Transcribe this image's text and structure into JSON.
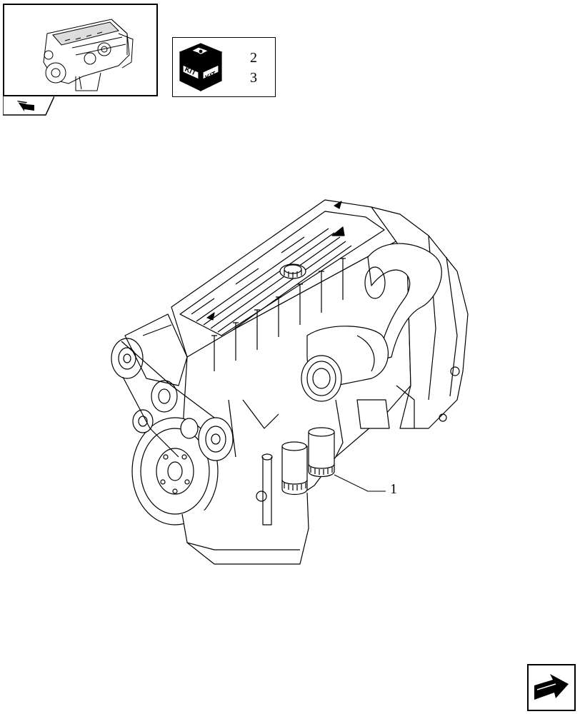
{
  "thumbnail": {
    "icon": "engine-thumbnail-icon"
  },
  "nav_back": {
    "icon": "return-arrow-icon"
  },
  "kit": {
    "labels": [
      "KIT",
      "KIT"
    ],
    "refs": [
      "2",
      "3"
    ],
    "icon": "kit-box-icon"
  },
  "callouts": [
    {
      "number": "1"
    }
  ],
  "nav_next": {
    "icon": "next-page-arrow-icon"
  },
  "colors": {
    "line": "#000000",
    "background": "#ffffff"
  }
}
